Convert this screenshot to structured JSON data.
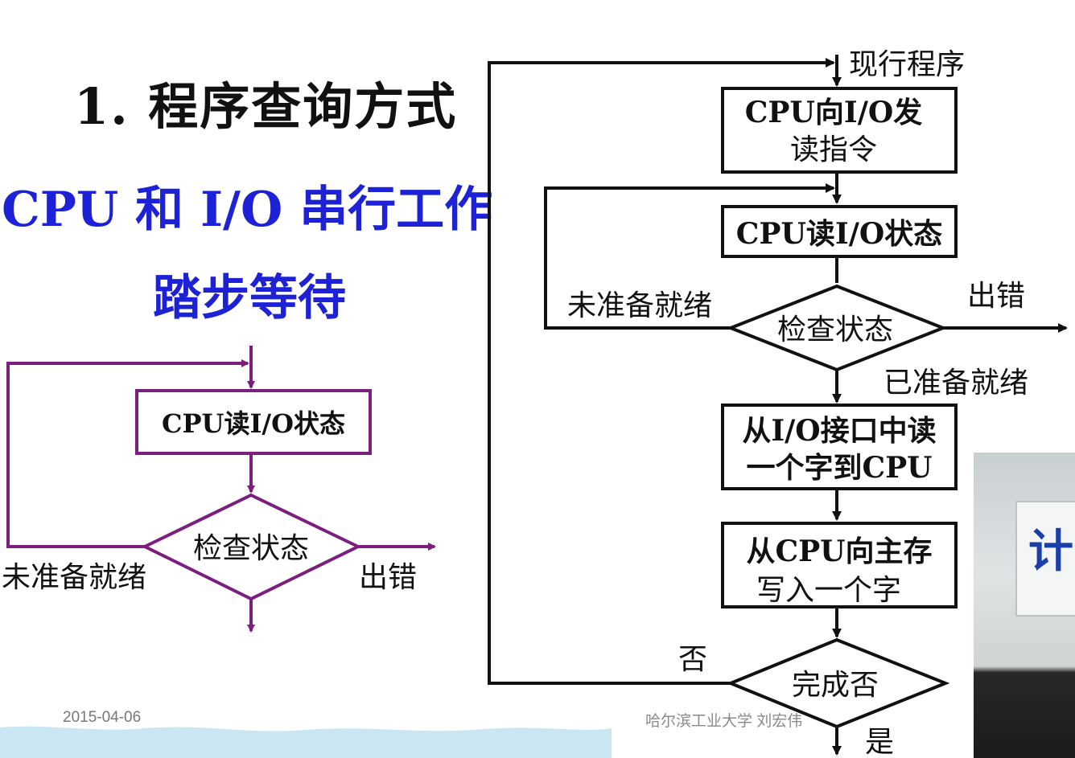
{
  "slide": {
    "title": "1. 程序查询方式",
    "subtitle_line1": "CPU 和 I/O 串行工作",
    "subtitle_line2": "踏步等待",
    "footer_date": "2015-04-06",
    "footer_author": "哈尔滨工业大学  刘宏伟",
    "video_caption": "计"
  },
  "small_flow": {
    "read_status": "CPU读I/O状态",
    "check_status": "检查状态",
    "not_ready": "未准备就绪",
    "error": "出错"
  },
  "big_flow": {
    "current_program": "现行程序",
    "send_cmd_line1": "CPU向I/O发",
    "send_cmd_line2": "读指令",
    "read_status": "CPU读I/O状态",
    "check_status": "检查状态",
    "not_ready": "未准备就绪",
    "error": "出错",
    "ready": "已准备就绪",
    "read_word_line1": "从I/O接口中读",
    "read_word_line2": "一个字到CPU",
    "write_line1": "从CPU向主存",
    "write_line2": "写入一个字",
    "done": "完成否",
    "no": "否",
    "yes": "是"
  },
  "colors": {
    "small_flow": "#7b1f7e",
    "big_flow": "#111111",
    "subtitle": "#1d22d6"
  }
}
